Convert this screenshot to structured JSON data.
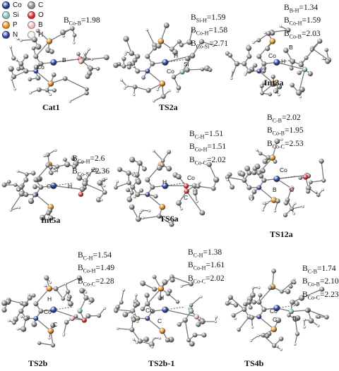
{
  "legend": [
    {
      "symbol": "Co",
      "color": "#1f3a9a"
    },
    {
      "symbol": "C",
      "color": "#8a8a8a"
    },
    {
      "symbol": "Si",
      "color": "#86bcbf"
    },
    {
      "symbol": "O",
      "color": "#d8262b"
    },
    {
      "symbol": "P",
      "color": "#e08a1e"
    },
    {
      "symbol": "B",
      "color": "#f1b8b8"
    },
    {
      "symbol": "N",
      "color": "#2a3f9f"
    },
    {
      "symbol": "H",
      "color": "#eeeeee"
    }
  ],
  "panels": [
    {
      "label": "Cat1",
      "bonds": [
        {
          "name": "Co-B",
          "value": "1.98"
        }
      ],
      "tags": [
        "Co",
        "B"
      ]
    },
    {
      "label": "TS2a",
      "bonds": [
        {
          "name": "Si-H",
          "value": "1.59"
        },
        {
          "name": "Co-H",
          "value": "1.58"
        },
        {
          "name": "Co-Si",
          "value": "2.71"
        }
      ],
      "tags": [
        "H",
        "Co",
        "Si"
      ]
    },
    {
      "label": "Int3a",
      "bonds": [
        {
          "name": "B-H",
          "value": "1.34"
        },
        {
          "name": "Co-H",
          "value": "1.59"
        },
        {
          "name": "Co-B",
          "value": "2.03"
        }
      ],
      "tags": [
        "B",
        "H",
        "Co"
      ]
    },
    {
      "label": "Int5a",
      "bonds": [
        {
          "name": "Co-H",
          "value": "2.6"
        },
        {
          "name": "Co-Si",
          "value": "2.36"
        }
      ],
      "tags": [
        "Si",
        "Co",
        "H"
      ]
    },
    {
      "label": "TS6a",
      "bonds": [
        {
          "name": "C-H",
          "value": "1.51"
        },
        {
          "name": "Co-H",
          "value": "1.51"
        },
        {
          "name": "Co-C",
          "value": "2.02"
        }
      ],
      "tags": [
        "H",
        "Co",
        "C"
      ]
    },
    {
      "label": "TS12a",
      "bonds": [
        {
          "name": "C-B",
          "value": "2.02"
        },
        {
          "name": "Co-B",
          "value": "1.95"
        },
        {
          "name": "Co-C",
          "value": "2.53"
        }
      ],
      "tags": [
        "Co",
        "B",
        "C"
      ]
    },
    {
      "label": "TS2b",
      "bonds": [
        {
          "name": "C-H",
          "value": "1.54"
        },
        {
          "name": "Co-H",
          "value": "1.49"
        },
        {
          "name": "Co-C",
          "value": "2.28"
        }
      ],
      "tags": [
        "H",
        "Co",
        "C"
      ]
    },
    {
      "label": "TS2b-1",
      "bonds": [
        {
          "name": "C-H",
          "value": "1.38"
        },
        {
          "name": "Co-H",
          "value": "1.61"
        },
        {
          "name": "Co-C",
          "value": "2.02"
        }
      ],
      "tags": [
        "H",
        "Co",
        "C"
      ]
    },
    {
      "label": "TS4b",
      "bonds": [
        {
          "name": "C-B",
          "value": "1.74"
        },
        {
          "name": "Co-B",
          "value": "2.10"
        },
        {
          "name": "Co-C",
          "value": "2.23"
        }
      ],
      "tags": [
        "Co",
        "C",
        "B"
      ]
    }
  ]
}
